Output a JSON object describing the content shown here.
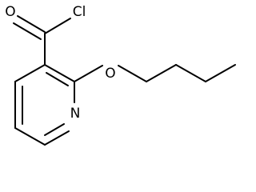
{
  "molecule": {
    "atoms": {
      "oxygen_carbonyl": "O",
      "chlorine": "Cl",
      "oxygen_ether": "O",
      "nitrogen": "N"
    },
    "colors": {
      "bond": "#000000",
      "label": "#000000",
      "background": "#ffffff"
    }
  }
}
